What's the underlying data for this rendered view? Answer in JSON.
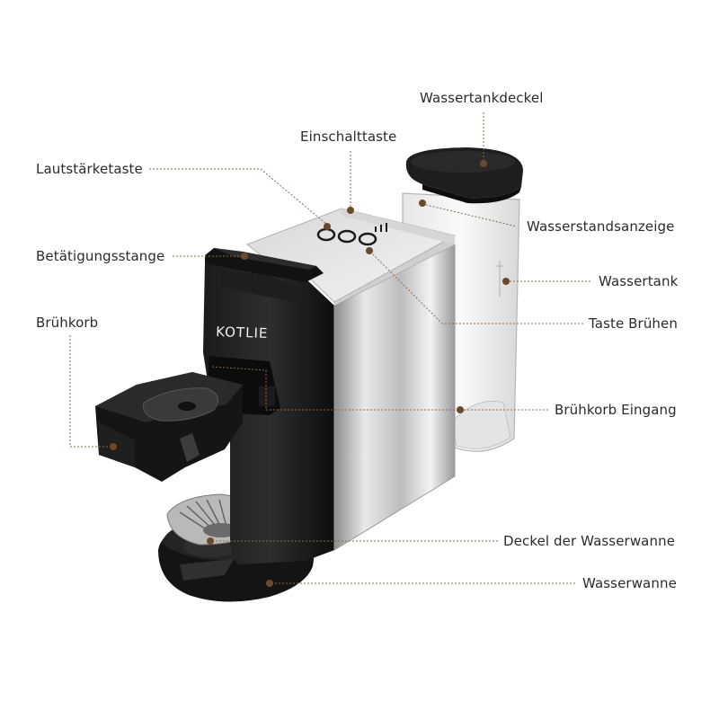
{
  "product": {
    "brand": "KOTLIE"
  },
  "callouts": {
    "wassertankdeckel": "Wassertankdeckel",
    "einschalttaste": "Einschalttaste",
    "lautstaerketaste": "Lautstärketaste",
    "wasserstandsanzeige": "Wasserstandsanzeige",
    "betaetigungsstange": "Betätigungsstange",
    "wassertank": "Wassertank",
    "bruehkorb": "Brühkorb",
    "taste_bruehen": "Taste Brühen",
    "bruehkorb_eingang": "Brühkorb Eingang",
    "deckel_wasserwanne": "Deckel der Wasserwanne",
    "wasserwanne": "Wasserwanne"
  },
  "colors": {
    "leader": "#8a6a4a",
    "dot": "#6b4a2b",
    "label": "#2b2b2b"
  }
}
